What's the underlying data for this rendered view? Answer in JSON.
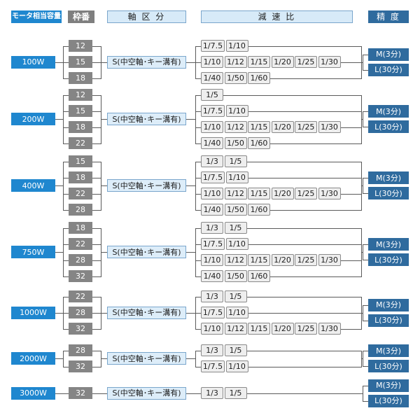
{
  "headers": {
    "motor": "モータ相当容量",
    "frame": "枠番",
    "shaft": "軸 区 分",
    "ratio": "減 速 比",
    "accuracy": "精 度"
  },
  "colors": {
    "motor": "#1f87cf",
    "frame": "#858585",
    "shaft": "#ddedf9",
    "ratio": "#eeeeee",
    "accuracy": "#2f6b9e",
    "line": "#5a5a5a"
  },
  "shaft_label": "S(中空軸･キー溝有)",
  "accuracy_labels": [
    "M(3分)",
    "L(30分)"
  ],
  "groups": [
    {
      "motor": "100W",
      "frames": [
        "12",
        "15",
        "18"
      ],
      "ratio_rows": [
        [
          "1/7.5",
          "1/10"
        ],
        [
          "1/10",
          "1/12",
          "1/15",
          "1/20",
          "1/25",
          "1/30"
        ],
        [
          "1/40",
          "1/50",
          "1/60"
        ]
      ]
    },
    {
      "motor": "200W",
      "frames": [
        "12",
        "15",
        "18",
        "22"
      ],
      "ratio_rows": [
        [
          "1/5"
        ],
        [
          "1/7.5",
          "1/10"
        ],
        [
          "1/10",
          "1/12",
          "1/15",
          "1/20",
          "1/25",
          "1/30"
        ],
        [
          "1/40",
          "1/50",
          "1/60"
        ]
      ]
    },
    {
      "motor": "400W",
      "frames": [
        "15",
        "18",
        "22",
        "28"
      ],
      "ratio_rows": [
        [
          "1/3",
          "1/5"
        ],
        [
          "1/7.5",
          "1/10"
        ],
        [
          "1/10",
          "1/12",
          "1/15",
          "1/20",
          "1/25",
          "1/30"
        ],
        [
          "1/40",
          "1/50",
          "1/60"
        ]
      ]
    },
    {
      "motor": "750W",
      "frames": [
        "18",
        "22",
        "28",
        "32"
      ],
      "ratio_rows": [
        [
          "1/3",
          "1/5"
        ],
        [
          "1/7.5",
          "1/10"
        ],
        [
          "1/10",
          "1/12",
          "1/15",
          "1/20",
          "1/25",
          "1/30"
        ],
        [
          "1/40",
          "1/50",
          "1/60"
        ]
      ]
    },
    {
      "motor": "1000W",
      "frames": [
        "22",
        "28",
        "32"
      ],
      "ratio_rows": [
        [
          "1/3",
          "1/5"
        ],
        [
          "1/7.5",
          "1/10"
        ],
        [
          "1/10",
          "1/12",
          "1/15",
          "1/20",
          "1/25",
          "1/30"
        ]
      ]
    },
    {
      "motor": "2000W",
      "frames": [
        "28",
        "32"
      ],
      "ratio_rows": [
        [
          "1/3",
          "1/5"
        ],
        [
          "1/7.5",
          "1/10"
        ]
      ]
    },
    {
      "motor": "3000W",
      "frames": [
        "32"
      ],
      "ratio_rows": [
        [
          "1/3",
          "1/5"
        ]
      ]
    }
  ]
}
